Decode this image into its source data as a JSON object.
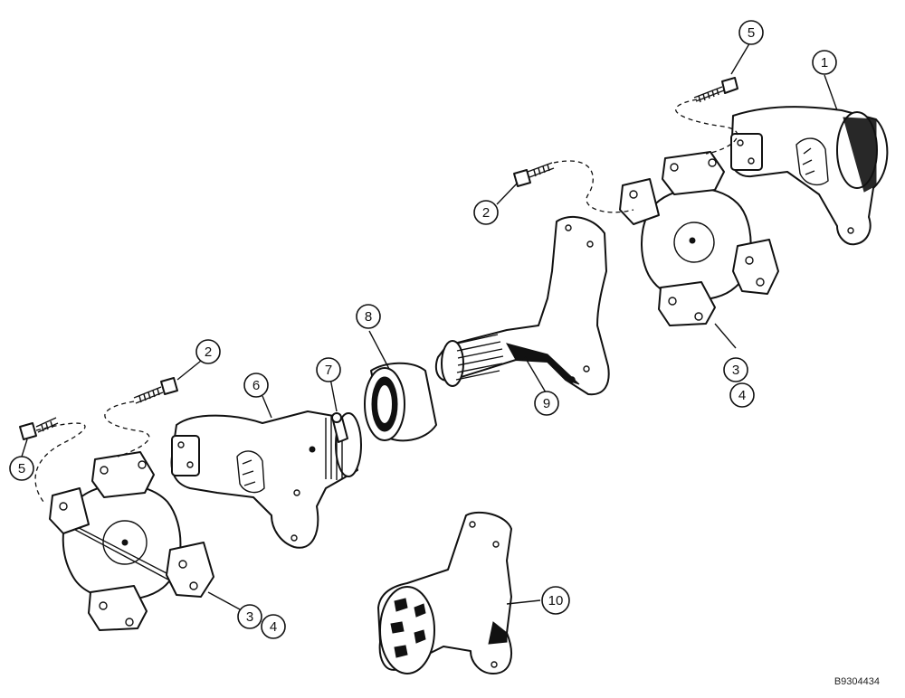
{
  "callouts": {
    "c1": "1",
    "c2a": "2",
    "c2b": "2",
    "c3a": "3",
    "c4a": "4",
    "c3b": "3",
    "c4b": "4",
    "c5a": "5",
    "c5b": "5",
    "c6": "6",
    "c7": "7",
    "c8": "8",
    "c9": "9",
    "c10": "10"
  },
  "drawing_code": "B9304434"
}
